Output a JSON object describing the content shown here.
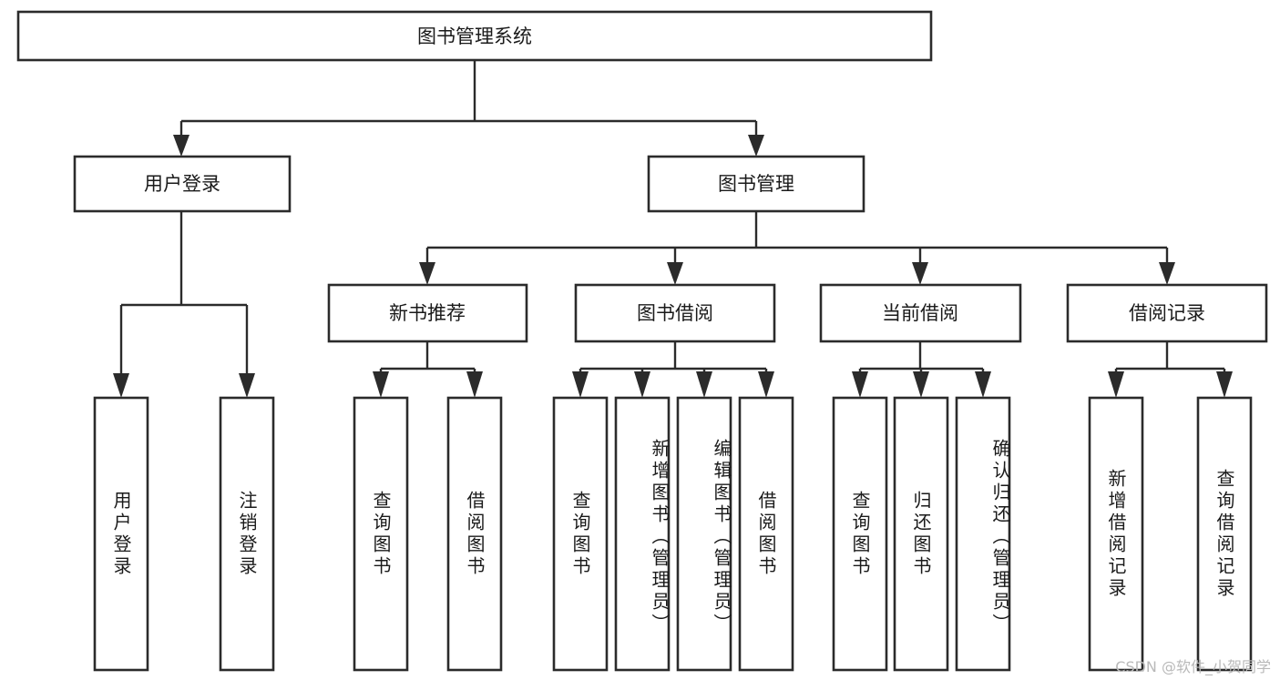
{
  "diagram": {
    "title": "图书管理系统",
    "type": "tree-hierarchy",
    "root": {
      "id": "root",
      "label": "图书管理系统"
    },
    "level2": [
      {
        "id": "user-login",
        "label": "用户登录"
      },
      {
        "id": "book-manage",
        "label": "图书管理"
      }
    ],
    "level3": [
      {
        "id": "new-book-rec",
        "label": "新书推荐",
        "parent": "book-manage"
      },
      {
        "id": "book-borrow",
        "label": "图书借阅",
        "parent": "book-manage"
      },
      {
        "id": "current-borrow",
        "label": "当前借阅",
        "parent": "book-manage"
      },
      {
        "id": "borrow-record",
        "label": "借阅记录",
        "parent": "book-manage"
      }
    ],
    "leaves": {
      "user-login": [
        {
          "id": "leaf-user-login",
          "label": "用户登录"
        },
        {
          "id": "leaf-logout",
          "label": "注销登录"
        }
      ],
      "new-book-rec": [
        {
          "id": "leaf-query-book-1",
          "label": "查询图书"
        },
        {
          "id": "leaf-borrow-book-1",
          "label": "借阅图书"
        }
      ],
      "book-borrow": [
        {
          "id": "leaf-query-book-2",
          "label": "查询图书"
        },
        {
          "id": "leaf-add-book",
          "label": "新增图书（管理员）"
        },
        {
          "id": "leaf-edit-book",
          "label": "编辑图书（管理员）"
        },
        {
          "id": "leaf-borrow-book-2",
          "label": "借阅图书"
        }
      ],
      "current-borrow": [
        {
          "id": "leaf-query-book-3",
          "label": "查询图书"
        },
        {
          "id": "leaf-return-book",
          "label": "归还图书"
        },
        {
          "id": "leaf-confirm-return",
          "label": "确认归还（管理员）"
        }
      ],
      "borrow-record": [
        {
          "id": "leaf-add-record",
          "label": "新增借阅记录"
        },
        {
          "id": "leaf-query-record",
          "label": "查询借阅记录"
        }
      ]
    },
    "colors": {
      "stroke": "#2b2b2b",
      "fill": "#ffffff",
      "text": "#1a1a1a",
      "watermark": "#b9b9b9",
      "background": "#ffffff"
    }
  },
  "watermark": {
    "text": "CSDN @软件_小贺同学"
  }
}
